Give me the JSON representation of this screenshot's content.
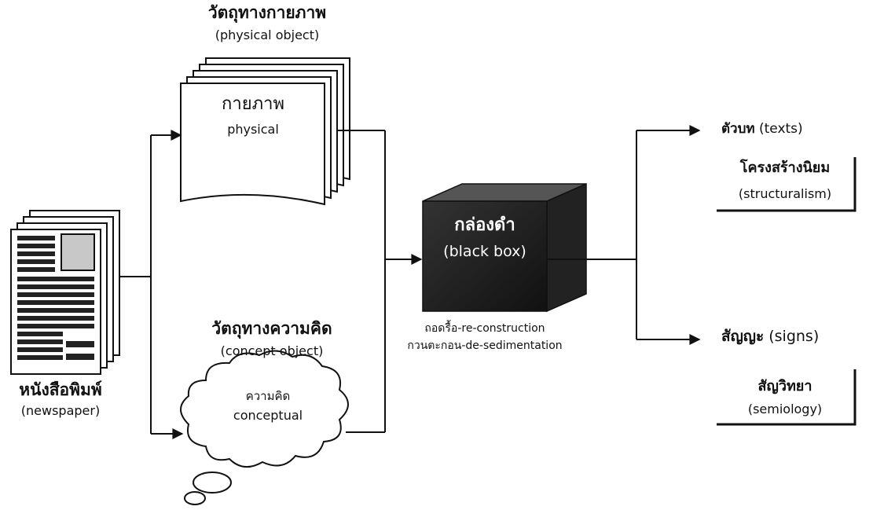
{
  "physical_object": {
    "title": "วัตถุทางกายภาพ",
    "subtitle": "(physical object)",
    "inner_th": "กายภาพ",
    "inner_en": "physical"
  },
  "newspaper": {
    "title": "หนังสือพิมพ์",
    "subtitle": "(newspaper)"
  },
  "concept_object": {
    "title": "วัตถุทางความคิด",
    "subtitle": "(concept object)",
    "inner_th": "ความคิด",
    "inner_en": "conceptual"
  },
  "black_box": {
    "title": "กล่องดำ",
    "subtitle": "(black box)",
    "caption_1": "ถอดรื้อ-re-construction",
    "caption_2": "กวนตะกอน-de-sedimentation"
  },
  "outputs": {
    "texts_th": "ตัวบท",
    "texts_en": "(texts)",
    "structuralism_th": "โครงสร้างนิยม",
    "structuralism_en": "(structuralism)",
    "signs_th": "สัญญะ",
    "signs_en": "(signs)",
    "semiology_th": "สัญวิทยา",
    "semiology_en": "(semiology)"
  }
}
